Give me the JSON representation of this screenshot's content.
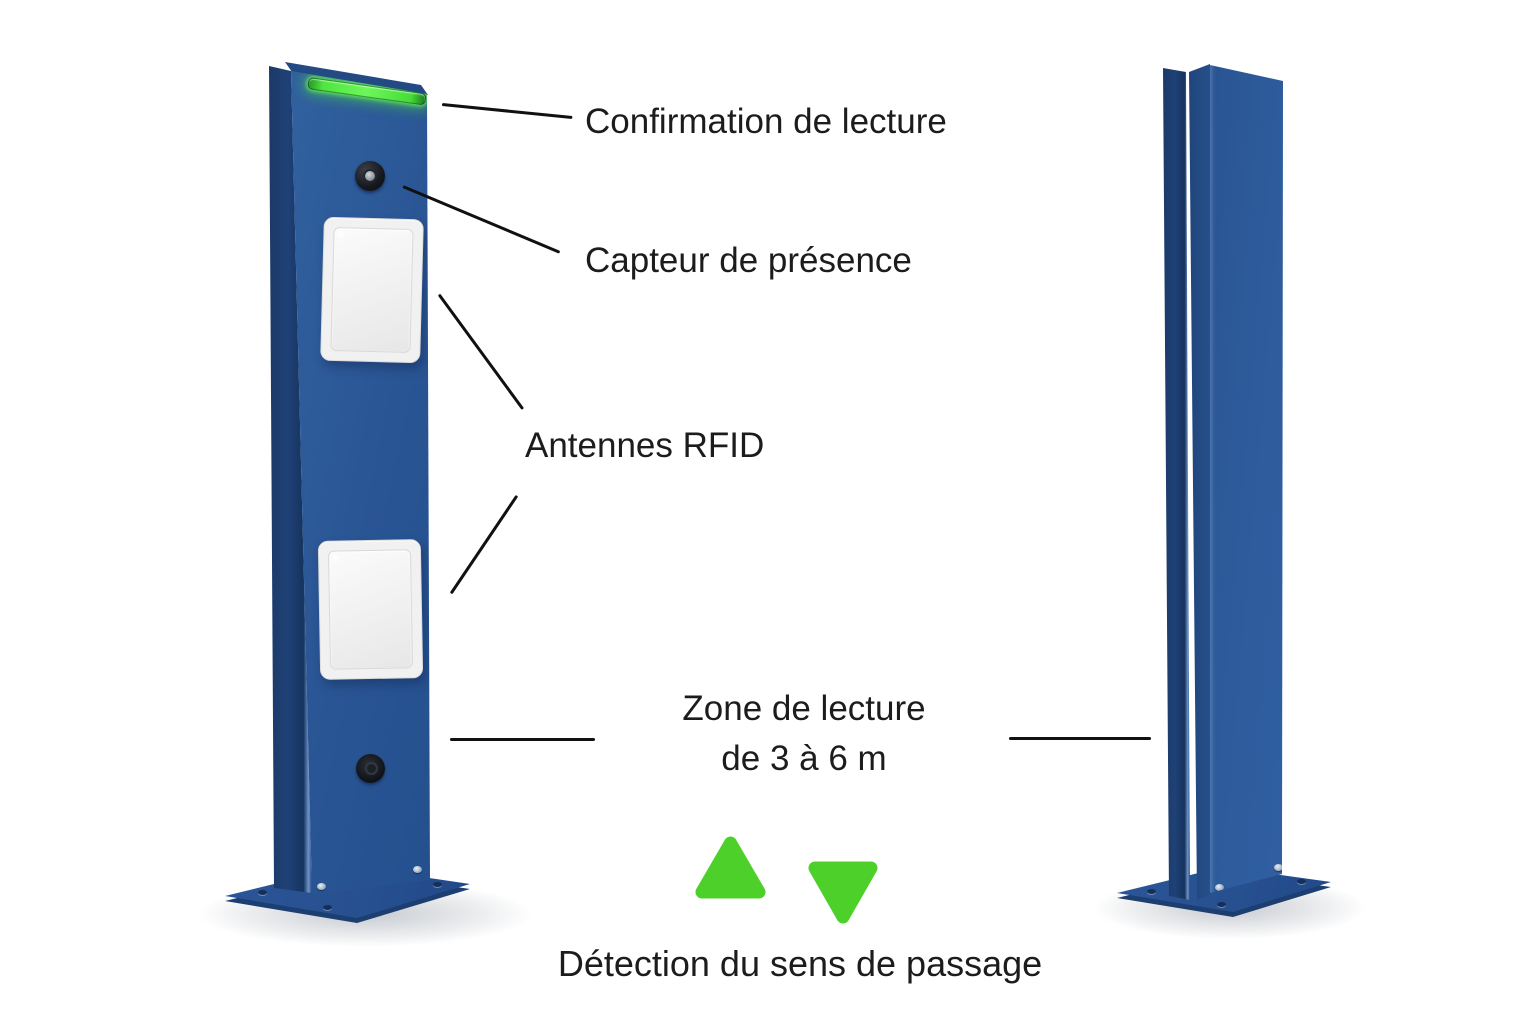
{
  "figure": {
    "annotations": {
      "confirmation": "Confirmation de lecture",
      "presence": "Capteur de présence",
      "antennas": "Antennes RFID",
      "zone_line1": "Zone de lecture",
      "zone_line2": "de 3 à 6 m",
      "direction": "Détection du sens de passage"
    },
    "icons": {
      "up": "triangle-up-icon",
      "down": "triangle-down-icon"
    },
    "colors": {
      "pylon_front_blue": "#2b5796",
      "pylon_side_blue": "#1d3e6e",
      "led_green": "#4ce23c",
      "arrow_green": "#4dd12a",
      "antenna_panel_white": "#f1f1f1",
      "annotation_text": "#1c1c1c",
      "leader_line": "#111111",
      "background": "#ffffff"
    }
  }
}
